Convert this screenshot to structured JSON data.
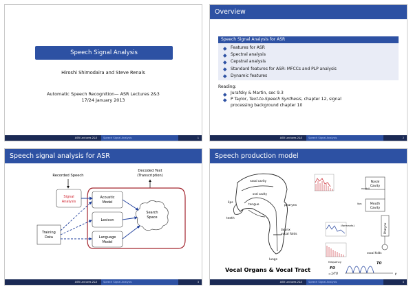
{
  "slide1": {
    "title": "Speech Signal Analysis",
    "authors": "Hiroshi Shimodaira and Steve Renals",
    "course": "Automatic Speech Recognition— ASR Lectures 2&3",
    "date": "17/24 January 2013"
  },
  "slide2": {
    "title": "Overview",
    "block_title": "Speech Signal Analysis for ASR",
    "items": [
      "Features for ASR",
      "Spectral analysis",
      "Cepstral analysis",
      "Standard features for ASR: MFCCs and PLP analysis",
      "Dynamic features"
    ],
    "reading_label": "Reading:",
    "reading": [
      {
        "pre": "Jurafsky & Martin, sec 9.3",
        "em": "",
        "post": ""
      },
      {
        "pre": "P Taylor, ",
        "em": "Text-to-Speech Synthesis",
        "post": ", chapter 12, signal"
      },
      {
        "pre": "processing background chapter 10",
        "em": "",
        "post": ""
      }
    ]
  },
  "slide3": {
    "title": "Speech signal analysis for ASR",
    "recorded_speech": "Recorded Speech",
    "decoded_text_1": "Decoded Text",
    "decoded_text_2": "(Transcription)",
    "signal_1": "Signal",
    "signal_2": "Analysis",
    "acoustic_1": "Acoustic",
    "acoustic_2": "Model",
    "lexicon": "Lexicon",
    "language_1": "Language",
    "language_2": "Model",
    "search_1": "Search",
    "search_2": "Space",
    "training_1": "Training",
    "training_2": "Data"
  },
  "slide4": {
    "title": "Speech production model",
    "nasal_cavity_label": "nasal cavity",
    "oral_cavity_label": "oral cavity",
    "lips": "lips",
    "teeth": "teeth",
    "tongue": "tongue",
    "pharynx": "pharynx",
    "larynx": "larynx",
    "vocal_folds": "vocal folds",
    "lungs": "lungs",
    "caption": "Vocal Organs & Vocal Tract",
    "nasal_box_1": "Nasal",
    "nasal_box_2": "Cavity",
    "mouth_box_1": "Mouth",
    "mouth_box_2": "Cavity",
    "pharynx_box": "Pharynx",
    "lips_label": "lips",
    "nostril": "nostril",
    "formants": "(formants)",
    "vocal_folds_2": "vocal folds",
    "frequency": "frequency",
    "f0": "F0",
    "f0_eq": "=1/T0",
    "t0": "T0",
    "t": "t"
  },
  "footer": {
    "left": "ASR Lectures 2&3",
    "mid": "Speech Signal Analysis",
    "pages": [
      "1",
      "2",
      "3",
      "4"
    ]
  },
  "colors": {
    "theme_blue": "#2d51a3",
    "footer_dark": "#1b2a55",
    "spectrum_red": "#c8202a",
    "block_bg": "#e9ecf6"
  }
}
